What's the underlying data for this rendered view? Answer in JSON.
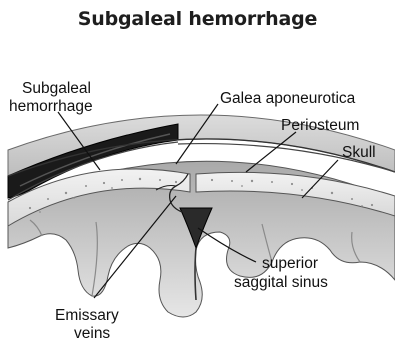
{
  "title": "Subgaleal hemorrhage",
  "labels": {
    "subgaleal_hemorrhage_line1": "Subgaleal",
    "subgaleal_hemorrhage_line2": "hemorrhage",
    "galea_aponeurotica": "Galea aponeurotica",
    "periosteum": "Periosteum",
    "skull": "Skull",
    "superior_saggital_sinus_line1": "superior",
    "superior_saggital_sinus_line2": "saggital sinus",
    "emissary_veins_line1": "Emissary",
    "emissary_veins_line2": "veins"
  }
}
